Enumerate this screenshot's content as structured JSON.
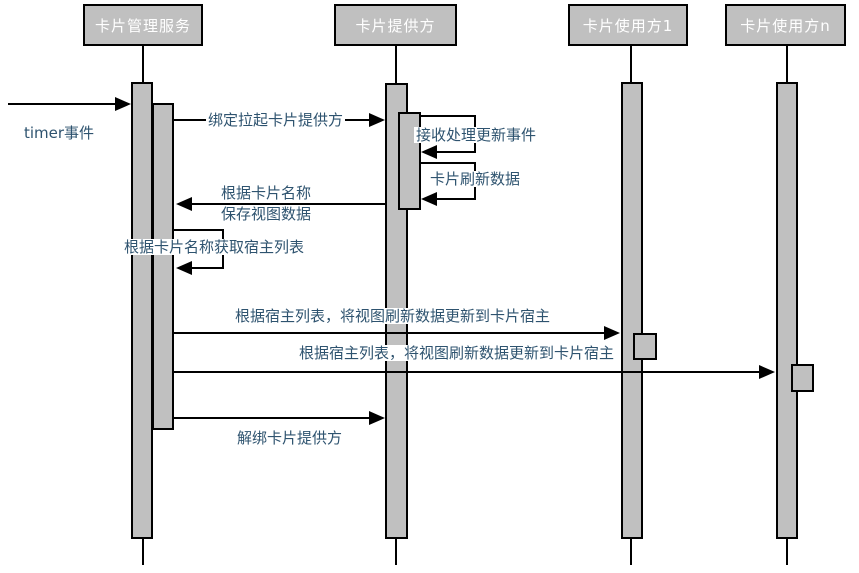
{
  "colors": {
    "actor_fill": "#c0c0c0",
    "border": "#000000",
    "header_text": "#ffffff",
    "message_text": "#2e536f",
    "line": "#000000",
    "background": "#ffffff"
  },
  "actors": [
    {
      "label": "卡片管理服务"
    },
    {
      "label": "卡片提供方"
    },
    {
      "label": "卡片使用方1"
    },
    {
      "label": "卡片使用方n"
    }
  ],
  "messages": [
    {
      "id": "timer-event",
      "label": "timer事件",
      "from": "external",
      "to": "卡片管理服务"
    },
    {
      "id": "bind-launch-provider",
      "label": "绑定拉起卡片提供方",
      "from": "卡片管理服务",
      "to": "卡片提供方"
    },
    {
      "id": "receive-update-event",
      "label": "接收处理更新事件",
      "from": "卡片提供方",
      "to": "卡片提供方",
      "self": true
    },
    {
      "id": "card-refresh-data",
      "label": "卡片刷新数据",
      "from": "卡片提供方",
      "to": "卡片提供方",
      "self": true
    },
    {
      "id": "save-view-data",
      "label_line1": "根据卡片名称",
      "label_line2": "保存视图数据",
      "from": "卡片提供方",
      "to": "卡片管理服务"
    },
    {
      "id": "get-host-list",
      "label": "根据卡片名称获取宿主列表",
      "from": "卡片管理服务",
      "to": "卡片管理服务",
      "self": true
    },
    {
      "id": "update-host-1",
      "label": "根据宿主列表，将视图刷新数据更新到卡片宿主",
      "from": "卡片管理服务",
      "to": "卡片使用方1"
    },
    {
      "id": "update-host-n",
      "label": "根据宿主列表，将视图刷新数据更新到卡片宿主",
      "from": "卡片管理服务",
      "to": "卡片使用方n"
    },
    {
      "id": "unbind-provider",
      "label": "解绑卡片提供方",
      "from": "卡片管理服务",
      "to": "卡片提供方"
    }
  ]
}
